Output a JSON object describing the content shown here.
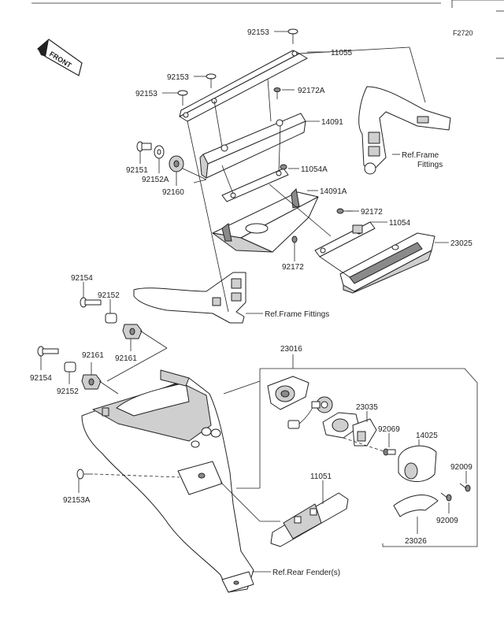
{
  "header": {
    "figure_code": "F2720"
  },
  "front_badge": {
    "text": "FRONT"
  },
  "labels": {
    "p92153_top": "92153",
    "p11055": "11055",
    "p92153_mid": "92153",
    "p92153_left": "92153",
    "p92172A": "92172A",
    "p14091": "14091",
    "ref_frame_upper": "Ref.Frame",
    "ref_frame_upper_2": "Fittings",
    "p92151": "92151",
    "p92152A": "92152A",
    "p92160": "92160",
    "p11054A": "11054A",
    "p14091A": "14091A",
    "p92172_right": "92172",
    "p11054": "11054",
    "p23025": "23025",
    "p92172_low": "92172",
    "p92154_upper": "92154",
    "p92152_upper": "92152",
    "ref_frame_lower": "Ref.Frame Fittings",
    "p92161_upper": "92161",
    "p92161_lower": "92161",
    "p92154_lower": "92154",
    "p92152_lower": "92152",
    "p23016": "23016",
    "p23035": "23035",
    "p92069": "92069",
    "p14025": "14025",
    "p92009_right": "92009",
    "p92009_low": "92009",
    "p92153A": "92153A",
    "p11051": "11051",
    "p23026": "23026",
    "ref_rear_fender": "Ref.Rear Fender(s)"
  }
}
